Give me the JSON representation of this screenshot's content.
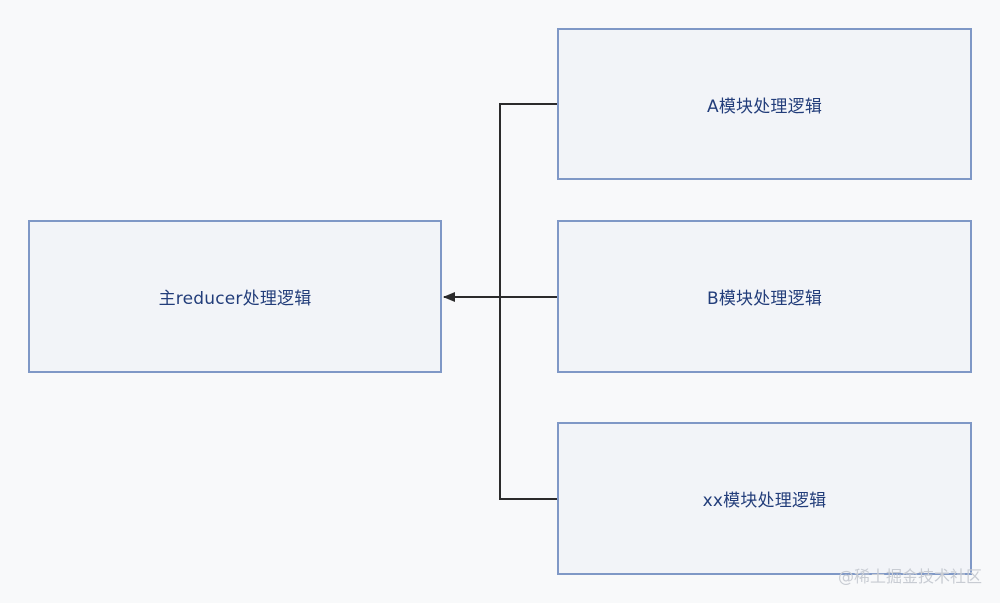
{
  "diagram": {
    "main_node": {
      "label": "主reducer处理逻辑"
    },
    "modules": [
      {
        "label": "A模块处理逻辑"
      },
      {
        "label": "B模块处理逻辑"
      },
      {
        "label": "xx模块处理逻辑"
      }
    ],
    "edges": [
      {
        "from": "A模块处理逻辑",
        "to": "主reducer处理逻辑"
      },
      {
        "from": "B模块处理逻辑",
        "to": "主reducer处理逻辑"
      },
      {
        "from": "xx模块处理逻辑",
        "to": "主reducer处理逻辑"
      }
    ],
    "colors": {
      "box_border": "#7f98c6",
      "box_fill": "#f2f4f8",
      "label_text": "#223d7a",
      "connector": "#2b2b2b"
    }
  },
  "watermark": {
    "text": "@稀土掘金技术社区"
  }
}
